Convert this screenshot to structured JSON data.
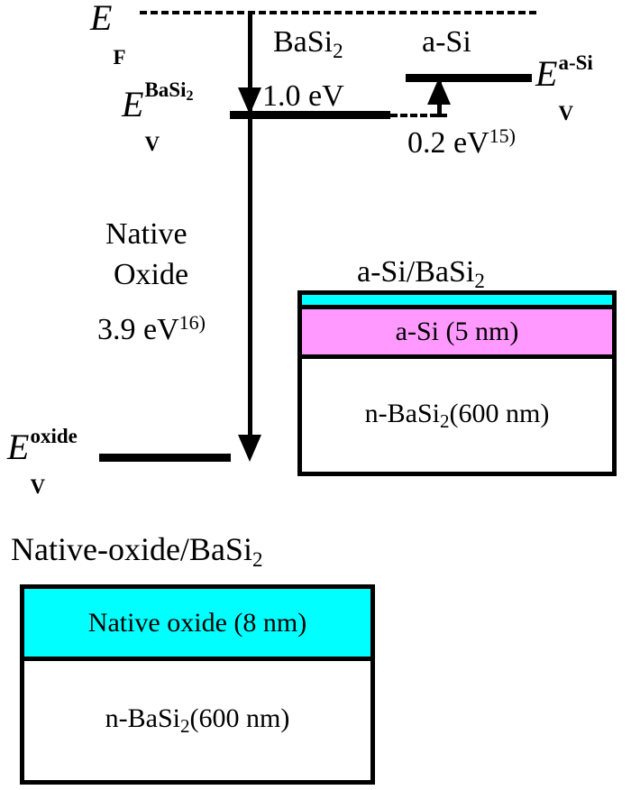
{
  "figure": {
    "type": "energy-band-alignment-and-layer-stack-diagram",
    "background_color": "#FFFFFF",
    "line_color": "#000000"
  },
  "band_diagram": {
    "fermi_level": {
      "symbol_main": "E",
      "symbol_sub": "F",
      "line_style": "dashed",
      "label": "E_F"
    },
    "basi2_region": {
      "material_label": "BaSi",
      "material_sub": "2",
      "valence_symbol_main": "E",
      "valence_symbol_sub": "V",
      "valence_symbol_sup": "BaSi",
      "valence_symbol_sup_sub": "2",
      "barrier_value": "1.0 eV"
    },
    "asi_region": {
      "material_label": "a-Si",
      "valence_symbol_main": "E",
      "valence_symbol_sub": "V",
      "valence_symbol_sup": "a-Si",
      "offset_value": "0.2 eV",
      "offset_reference": "15)"
    },
    "oxide_region": {
      "material_line1": "Native",
      "material_line2": "Oxide",
      "barrier_value": "3.9 eV",
      "barrier_reference": "16)",
      "valence_symbol_main": "E",
      "valence_symbol_sub": "V",
      "valence_symbol_sup": "oxide"
    }
  },
  "stacks": [
    {
      "id": "asi-basi2-stack",
      "title_main": "a-Si/BaSi",
      "title_sub": "2",
      "layers": [
        {
          "name": "top-thin-layer",
          "label": "",
          "color": "#00FFFF"
        },
        {
          "name": "asi-layer",
          "label": "a-Si (5 nm)",
          "color": "#FF99FF"
        },
        {
          "name": "nbasi2-substrate",
          "label_main": "n-BaSi",
          "label_sub": "2",
          "label_tail": "(600 nm)",
          "color": "#FFFFFF"
        }
      ]
    },
    {
      "id": "native-oxide-basi2-stack",
      "title_main": "Native-oxide/BaSi",
      "title_sub": "2",
      "layers": [
        {
          "name": "native-oxide-layer",
          "label": "Native oxide (8 nm)",
          "color": "#00FFFF"
        },
        {
          "name": "nbasi2-substrate",
          "label_main": "n-BaSi",
          "label_sub": "2",
          "label_tail": "(600 nm)",
          "color": "#FFFFFF"
        }
      ]
    }
  ]
}
